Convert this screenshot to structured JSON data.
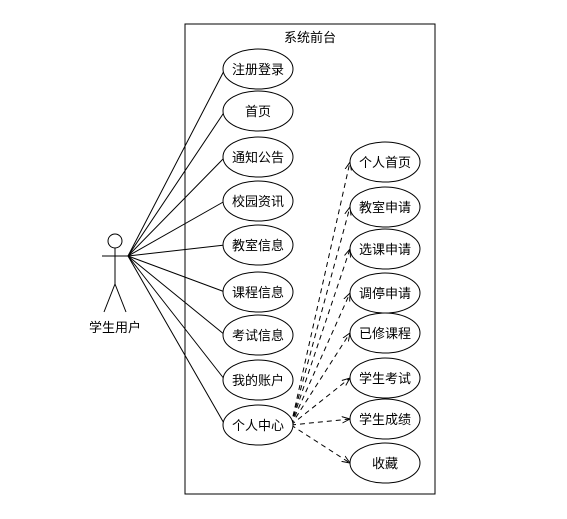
{
  "system": {
    "title": "系统前台"
  },
  "actor": {
    "label": "学生用户"
  },
  "main_use_cases": [
    {
      "label": "注册登录"
    },
    {
      "label": "首页"
    },
    {
      "label": "通知公告"
    },
    {
      "label": "校园资讯"
    },
    {
      "label": "教室信息"
    },
    {
      "label": "课程信息"
    },
    {
      "label": "考试信息"
    },
    {
      "label": "我的账户"
    },
    {
      "label": "个人中心"
    }
  ],
  "sub_use_cases": [
    {
      "label": "个人首页"
    },
    {
      "label": "教室申请"
    },
    {
      "label": "选课申请"
    },
    {
      "label": "调停申请"
    },
    {
      "label": "已修课程"
    },
    {
      "label": "学生考试"
    },
    {
      "label": "学生成绩"
    },
    {
      "label": "收藏"
    }
  ]
}
